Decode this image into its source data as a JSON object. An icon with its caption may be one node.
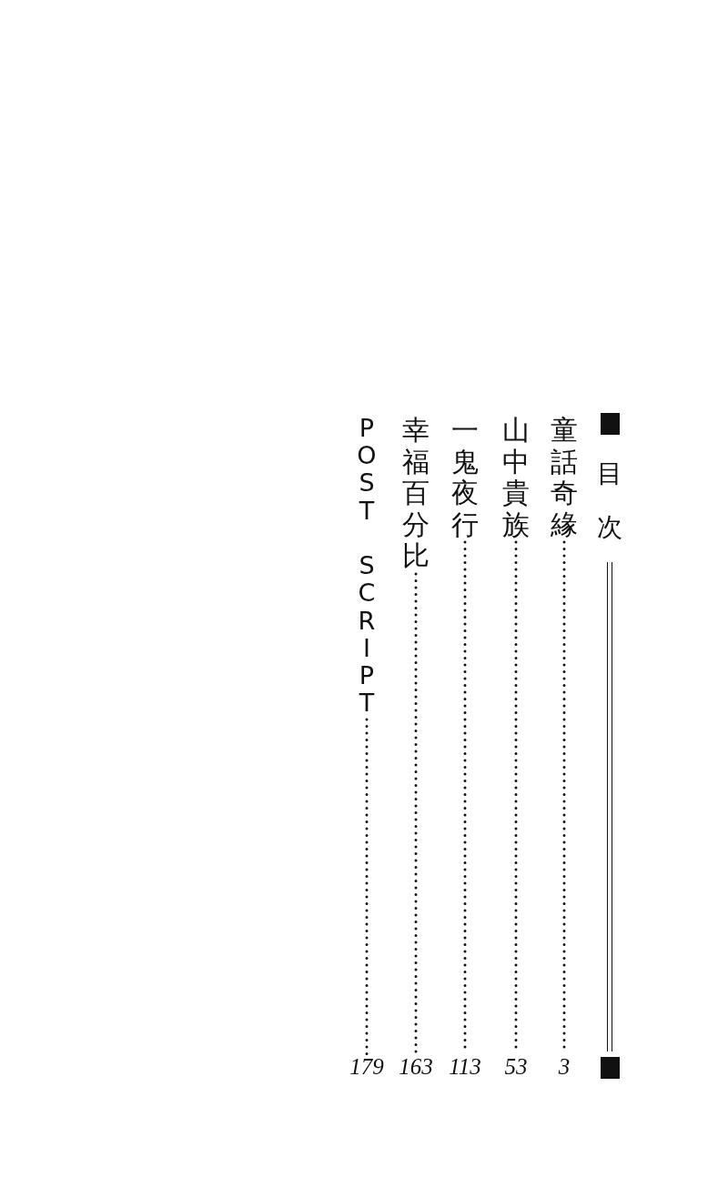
{
  "diagram": {
    "title": "目次",
    "nodes": [
      {
        "text": [
          "童話奇緣"
        ]
      },
      {
        "text": [
          "3"
        ]
      },
      {
        "text": [
          "山中貴族"
        ]
      },
      {
        "text": [
          "53"
        ]
      },
      {
        "text": [
          "一鬼夜行"
        ]
      },
      {
        "text": [
          "113"
        ]
      },
      {
        "text": [
          "幸福百分比"
        ]
      },
      {
        "text": [
          "163"
        ]
      },
      {
        "text": [
          "POST SCRIPT"
        ]
      },
      {
        "text": [
          "179"
        ]
      }
    ],
    "edges": [
      {
        "from": 0,
        "to": 1,
        "arrow": "none",
        "style": "dashed"
      },
      {
        "from": 2,
        "to": 3,
        "arrow": "none",
        "style": "dashed"
      },
      {
        "from": 4,
        "to": 5,
        "arrow": "none",
        "style": "dashed"
      },
      {
        "from": 6,
        "to": 7,
        "arrow": "none",
        "style": "dashed"
      },
      {
        "from": 8,
        "to": 9,
        "arrow": "none",
        "style": "dashed"
      }
    ]
  }
}
